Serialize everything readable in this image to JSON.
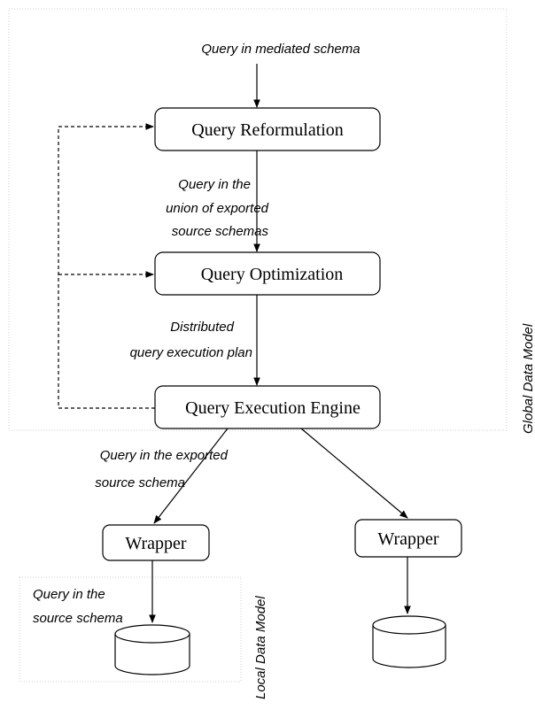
{
  "input_label": "Query in mediated schema",
  "boxes": {
    "reformulation": "Query Reformulation",
    "optimization": "Query Optimization",
    "execution": "Query Execution Engine",
    "wrapper_left": "Wrapper",
    "wrapper_right": "Wrapper"
  },
  "edge_labels": {
    "reform_to_opt": [
      "Query in the",
      "union of exported",
      "source schemas"
    ],
    "opt_to_exec": [
      "Distributed",
      "query execution plan"
    ],
    "exec_to_wrapper": [
      "Query in the exported",
      "source schema"
    ],
    "wrapper_to_source": [
      "Query in the",
      "source schema"
    ]
  },
  "regions": {
    "global": "Global Data Model",
    "local": "Local Data Model"
  }
}
